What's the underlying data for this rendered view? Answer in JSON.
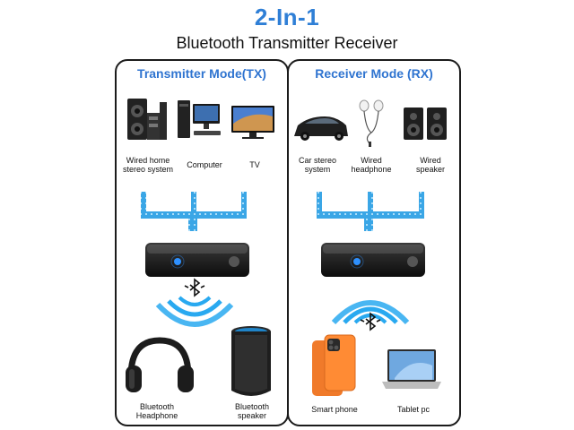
{
  "header": {
    "title": "2-In-1",
    "subtitle": "Bluetooth Transmitter Receiver"
  },
  "tx_panel": {
    "title": "Transmitter Mode(TX)",
    "devices": [
      {
        "label": "Wired home stereo system",
        "icon": "stereo-icon"
      },
      {
        "label": "Computer",
        "icon": "computer-icon"
      },
      {
        "label": "TV",
        "icon": "tv-icon"
      }
    ],
    "targets": [
      {
        "label": "Bluetooth Headphone",
        "icon": "headphone-icon"
      },
      {
        "label": "Bluetooth speaker",
        "icon": "smart-speaker-icon"
      }
    ]
  },
  "rx_panel": {
    "title": "Receiver Mode (RX)",
    "devices": [
      {
        "label": "Car stereo system",
        "icon": "car-icon"
      },
      {
        "label": "Wired headphone",
        "icon": "earphone-icon"
      },
      {
        "label": "Wired speaker",
        "icon": "bookshelf-speaker-icon"
      }
    ],
    "sources": [
      {
        "label": "Smart phone",
        "icon": "smartphone-icon"
      },
      {
        "label": "Tablet pc",
        "icon": "laptop-icon"
      }
    ]
  },
  "colors": {
    "accent": "#2f7fd6",
    "cable": "#3aa6e6",
    "wave": "#29a9f0",
    "device": "#1a1a1a"
  }
}
